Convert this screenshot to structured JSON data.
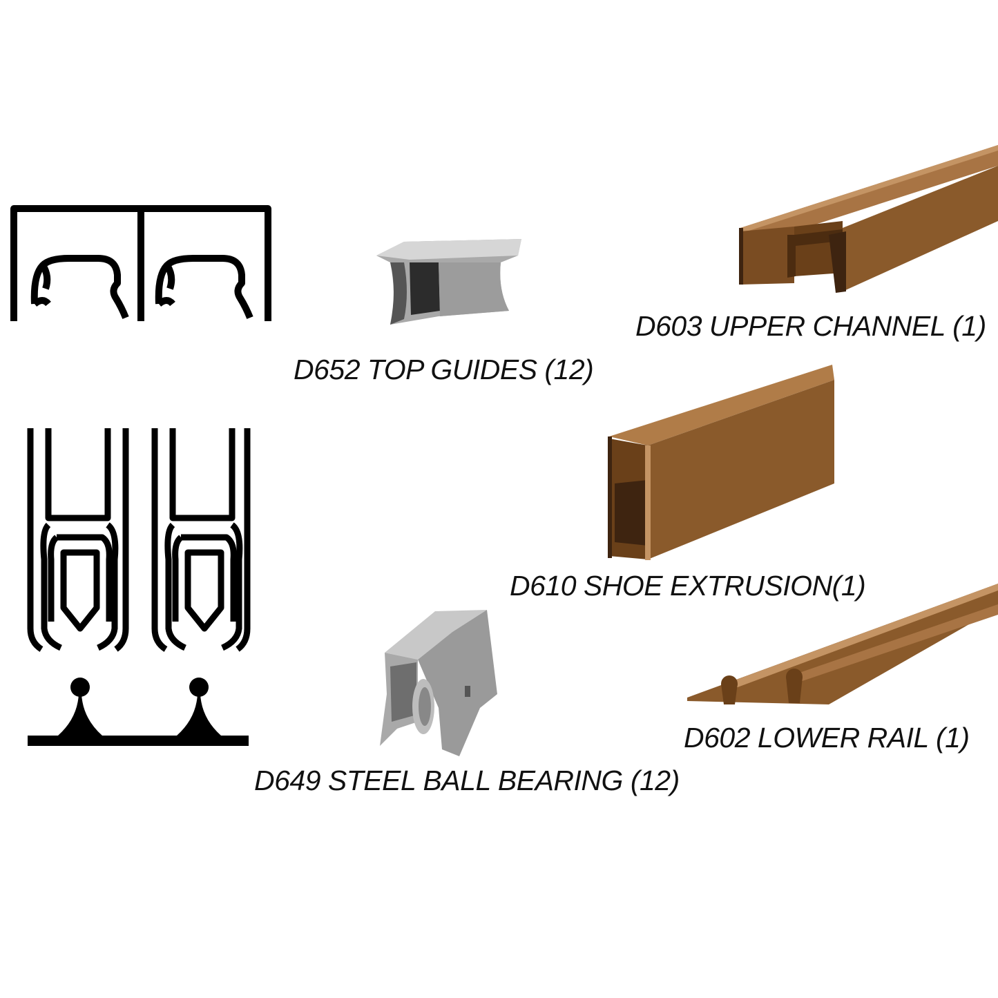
{
  "colors": {
    "background": "#ffffff",
    "profile_black": "#000000",
    "bronze": "#8a5a2b",
    "bronze_dark": "#5e3a18",
    "bronze_light": "#a87444",
    "gray_part": "#9a9a9a",
    "gray_part_light": "#c4c4c4"
  },
  "parts": [
    {
      "id": "D603",
      "label": "D603 UPPER CHANNEL (1)",
      "icon": "upper-channel-bronze"
    },
    {
      "id": "D652",
      "label": "D652 TOP GUIDES (12)",
      "icon": "top-guide-gray"
    },
    {
      "id": "D610",
      "label": "D610 SHOE EXTRUSION(1)",
      "icon": "shoe-extrusion-bronze"
    },
    {
      "id": "D602",
      "label": "D602 LOWER RAIL (1)",
      "icon": "lower-rail-bronze"
    },
    {
      "id": "D649",
      "label": "D649 STEEL BALL BEARING (12)",
      "icon": "ball-bearing-roller-gray"
    }
  ],
  "profiles": [
    {
      "id": "upper",
      "icon": "upper-channel-profile-drawing"
    },
    {
      "id": "lower",
      "icon": "lower-rail-shoe-profile-drawing"
    }
  ]
}
